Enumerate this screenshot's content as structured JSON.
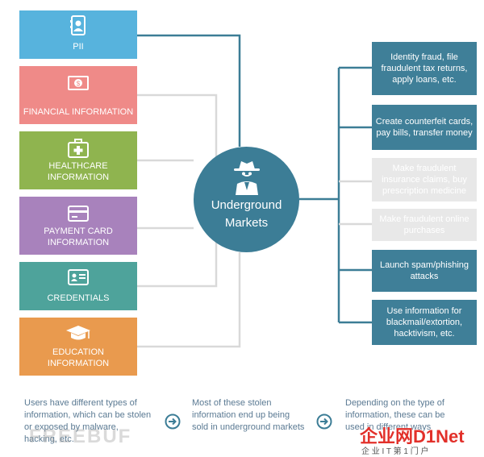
{
  "sources": [
    {
      "label": "PII",
      "icon": "id-badge-icon",
      "color": "#57b3dd"
    },
    {
      "label": "FINANCIAL INFORMATION",
      "icon": "banknote-icon",
      "color": "#ef8a88"
    },
    {
      "label": "HEALTHCARE INFORMATION",
      "icon": "first-aid-kit-icon",
      "color": "#8fb44f"
    },
    {
      "label": "PAYMENT CARD INFORMATION",
      "icon": "credit-card-icon",
      "color": "#a882bc"
    },
    {
      "label": "CREDENTIALS",
      "icon": "id-card-icon",
      "color": "#4ea39b"
    },
    {
      "label": "EDUCATION INFORMATION",
      "icon": "graduation-cap-icon",
      "color": "#e99a4e"
    }
  ],
  "hub": {
    "title": "Underground Markets",
    "icon": "spy-icon",
    "color": "#3c7d96"
  },
  "uses": [
    {
      "text": "Identity fraud, file fraudulent tax returns, apply loans, etc.",
      "color": "#3f7f98",
      "text_color": "#ffffff"
    },
    {
      "text": "Create counterfeit cards, pay bills, transfer money",
      "color": "#3f7f98",
      "text_color": "#ffffff"
    },
    {
      "text": "Make fraudulent insurance claims, buy prescription medicine",
      "color": "#e8e8e8",
      "text_color": "#ffffff"
    },
    {
      "text": "Make fraudulent online purchases",
      "color": "#e8e8e8",
      "text_color": "#ffffff"
    },
    {
      "text": "Launch spam/phishing attacks",
      "color": "#3f7f98",
      "text_color": "#ffffff"
    },
    {
      "text": "Use information for blackmail/extortion, hacktivism, etc.",
      "color": "#3f7f98",
      "text_color": "#ffffff"
    }
  ],
  "footer": [
    "Users have different types of information, which can be stolen or exposed by malware, hacking, etc.",
    "Most of these stolen information end up being sold in underground markets",
    "Depending on the type of information, these can be used in different ways"
  ],
  "watermarks": {
    "left": "FREEBUF",
    "right_top": "企业网D1Net",
    "right_bottom": "企 业 I T 第 1 门 户"
  },
  "colors": {
    "active_line": "#3c7d96",
    "inactive_line": "#d9d9d9",
    "footer_text": "#5b7a93"
  }
}
